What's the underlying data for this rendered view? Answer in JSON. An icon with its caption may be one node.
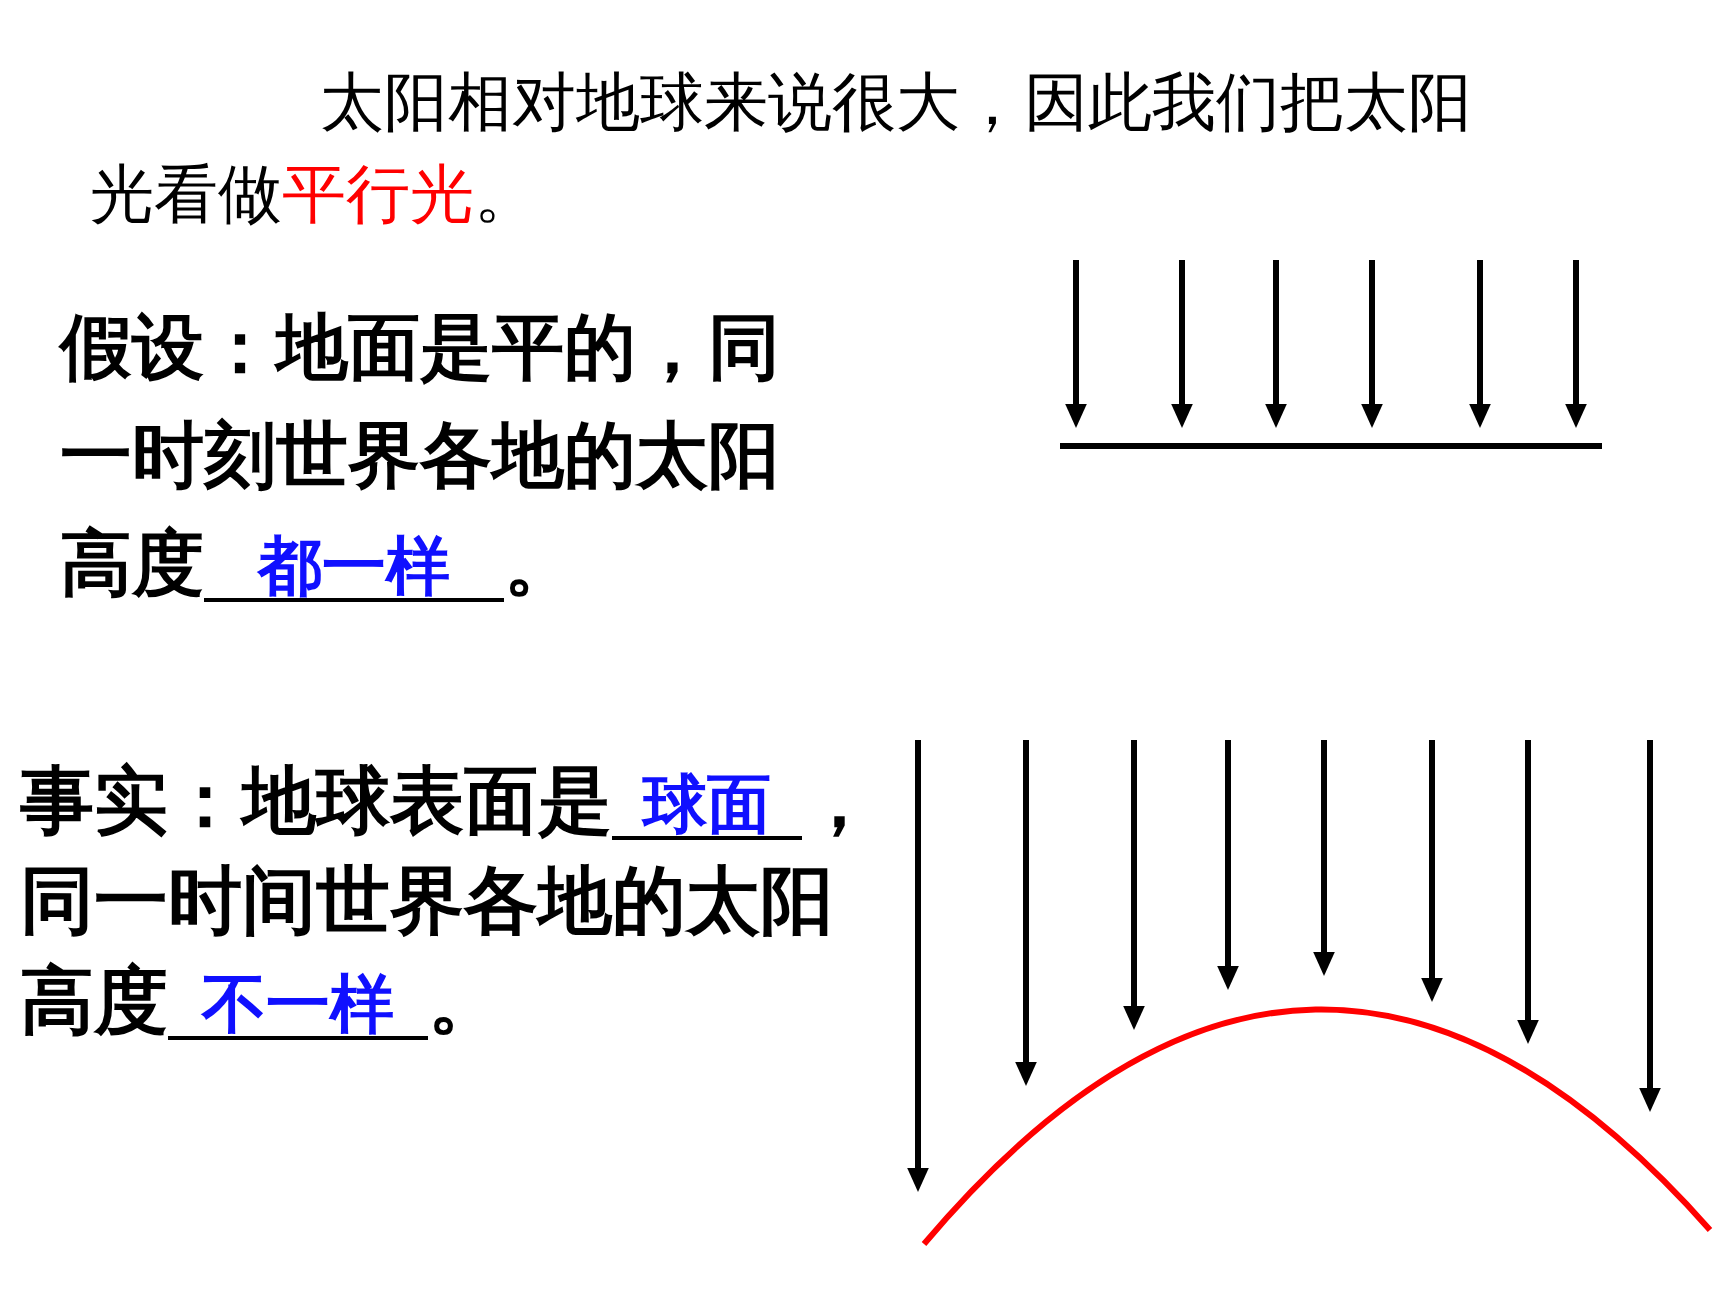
{
  "diagram": {
    "labels": [
      "太阳相对地球来说很大，因此我们把太阳光看做",
      "平行光",
      "。",
      "假设：地面是平的，同一时刻世界各地的太阳高度",
      "都一样",
      "。",
      "事实：地球表面是",
      "球面",
      "，同一时间世界各地的太阳高度",
      "不一样",
      "。"
    ]
  }
}
